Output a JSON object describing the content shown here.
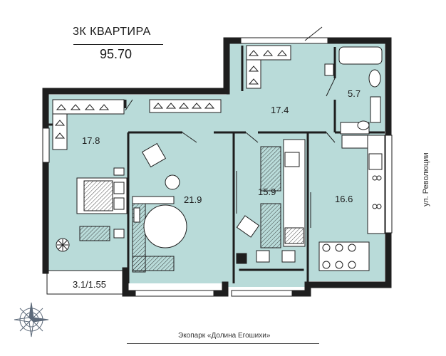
{
  "header": {
    "title": "3К КВАРТИРА",
    "total_area": "95.70"
  },
  "rooms": [
    {
      "id": "bedroom",
      "area": "17.8"
    },
    {
      "id": "living",
      "area": "21.9"
    },
    {
      "id": "kids",
      "area": "15.9"
    },
    {
      "id": "kitchen",
      "area": "16.6"
    },
    {
      "id": "hall",
      "area": "17.4"
    },
    {
      "id": "bathroom",
      "area": "5.7"
    },
    {
      "id": "balcony",
      "area": "3.1/1.55"
    }
  ],
  "labels": {
    "street": "ул. Революции",
    "park": "Экопарк «Долина Егошихи»"
  },
  "colors": {
    "room_fill": "#b9dbd9",
    "wall": "#1e1e1e",
    "compass": "#5d6a7a"
  }
}
